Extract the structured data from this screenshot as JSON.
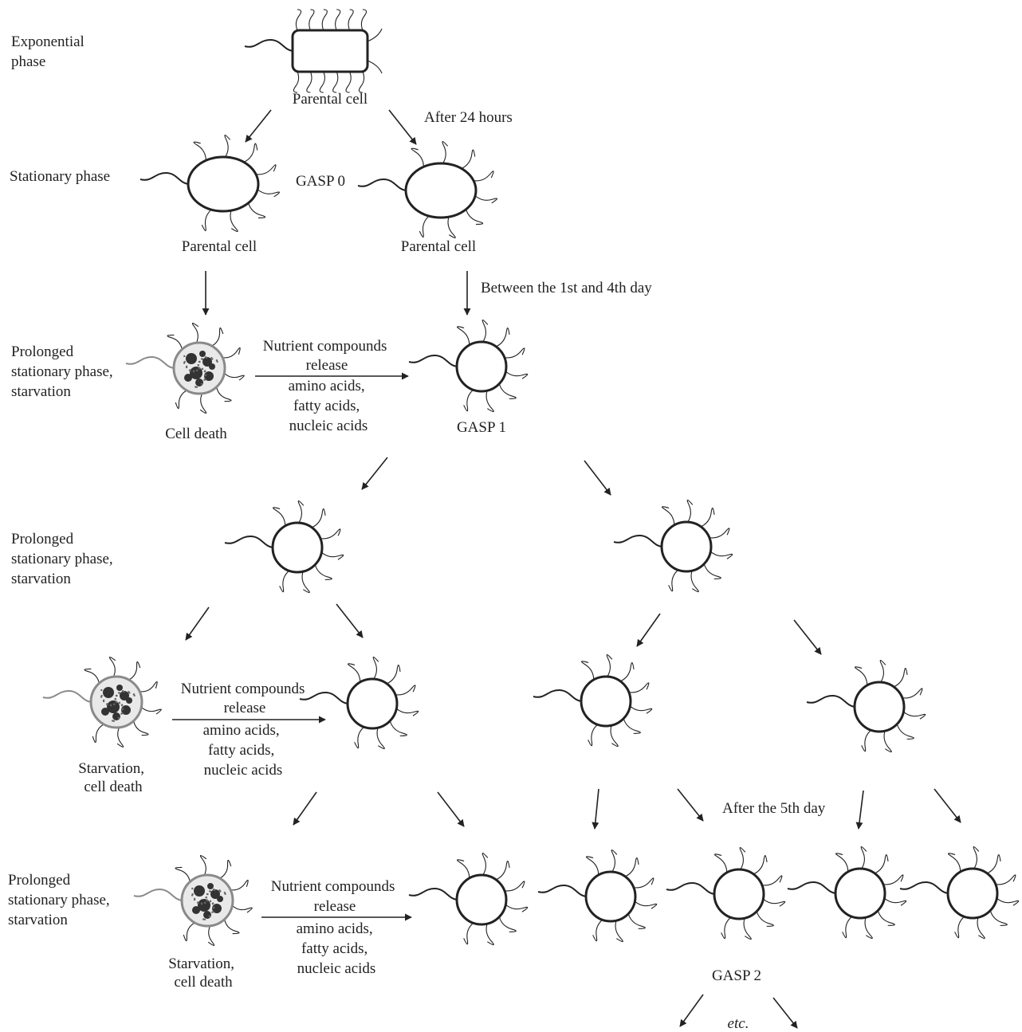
{
  "stage_labels": {
    "exponential": [
      "Exponential",
      "phase"
    ],
    "stationary": "Stationary phase",
    "prolonged_1": [
      "Prolonged",
      "stationary phase,",
      "starvation"
    ],
    "prolonged_2": [
      "Prolonged",
      "stationary phase,",
      "starvation"
    ],
    "prolonged_3": [
      "Prolonged",
      "stationary phase,",
      "starvation"
    ]
  },
  "cells": {
    "parental_top": "Parental cell",
    "parental_left": "Parental cell",
    "parental_right": "Parental cell",
    "cell_death": "Cell death",
    "starvation_death_1": [
      "Starvation,",
      "cell death"
    ],
    "starvation_death_2": [
      "Starvation,",
      "cell death"
    ]
  },
  "gasp": {
    "gasp0": "GASP 0",
    "gasp1": "GASP 1",
    "gasp2": "GASP 2"
  },
  "time_labels": {
    "after_24h": "After 24 hours",
    "days_1_4": "Between the 1st and 4th day",
    "after_5th": "After the 5th day",
    "etc": "etc."
  },
  "nutrient_release": [
    [
      "Nutrient compounds",
      "release",
      "amino acids,",
      "fatty acids,",
      "nucleic acids"
    ],
    [
      "Nutrient compounds",
      "release",
      "amino acids,",
      "fatty acids,",
      "nucleic acids"
    ],
    [
      "Nutrient compounds",
      "release",
      "amino acids,",
      "fatty acids,",
      "nucleic acids"
    ]
  ],
  "colors": {
    "ink": "#222222",
    "dead_cell_outline": "#8a8a8a",
    "dead_cell_granules": "#333333"
  }
}
